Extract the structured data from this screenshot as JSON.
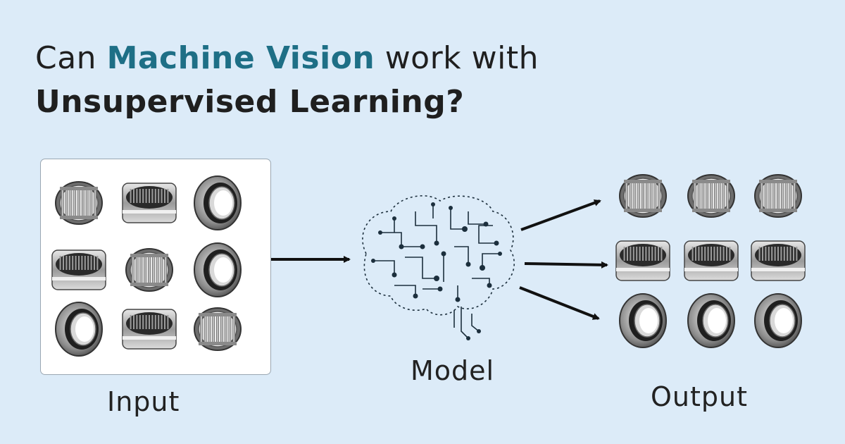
{
  "title": {
    "line1_pre": "Can ",
    "line1_highlight": "Machine Vision",
    "line1_post": " work with",
    "line2": "Unsupervised Learning?"
  },
  "labels": {
    "input": "Input",
    "model": "Model",
    "output": "Output"
  },
  "colors": {
    "background": "#dcebf8",
    "highlight": "#1e6f86",
    "text": "#1f1f1f"
  },
  "input_items": [
    "needle-cage",
    "bearing-side",
    "bearing-ring",
    "bearing-side",
    "needle-cage",
    "bearing-ring",
    "bearing-ring",
    "bearing-side",
    "needle-cage"
  ],
  "output_rows": [
    [
      "needle-cage",
      "needle-cage",
      "needle-cage"
    ],
    [
      "bearing-side",
      "bearing-side",
      "bearing-side"
    ],
    [
      "bearing-ring",
      "bearing-ring",
      "bearing-ring"
    ]
  ]
}
